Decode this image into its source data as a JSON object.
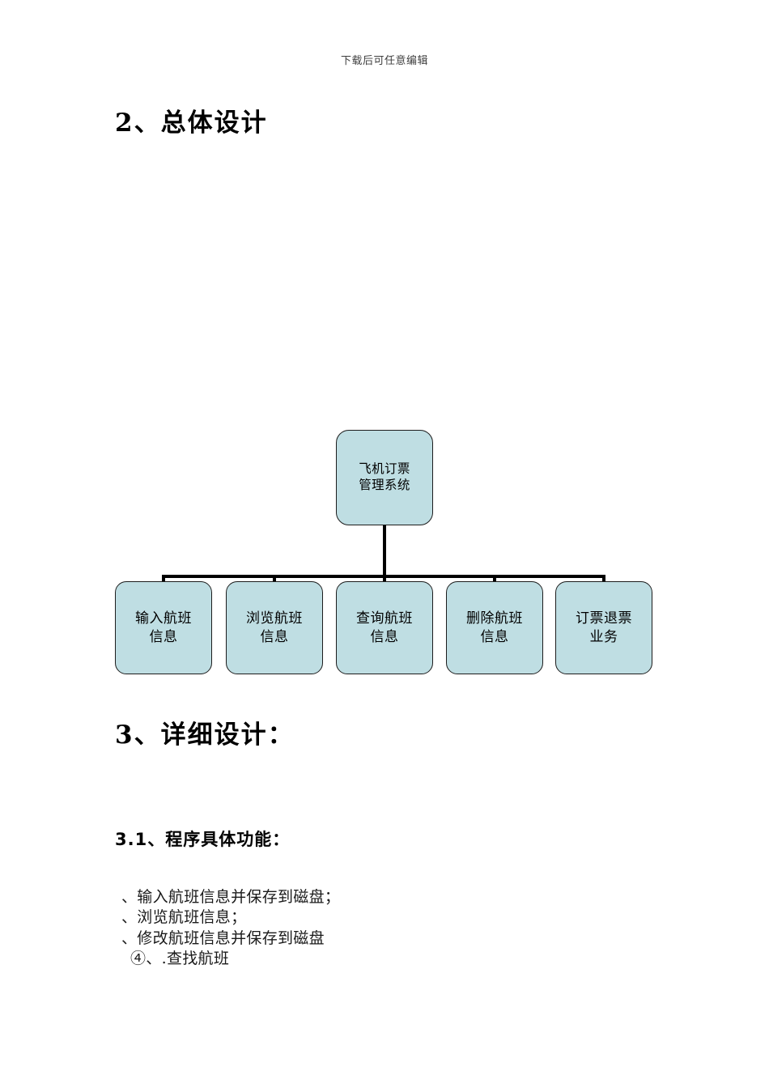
{
  "page": {
    "header_note": "下载后可任意编辑",
    "background_color": "#ffffff"
  },
  "headings": {
    "section_2": "2、总体设计",
    "section_3": "3、详细设计：",
    "section_3_1": "3.1、程序具体功能："
  },
  "org_chart": {
    "node_fill_color": "#bfdee3",
    "node_border_color": "#1d1d1d",
    "connector_color": "#000000",
    "root": {
      "label": "飞机订票\n管理系统"
    },
    "children": [
      {
        "label": "输入航班\n信息"
      },
      {
        "label": "浏览航班\n信息"
      },
      {
        "label": "查询航班\n信息"
      },
      {
        "label": "删除航班\n信息"
      },
      {
        "label": "订票退票\n业务"
      }
    ]
  },
  "function_list": {
    "items": [
      "、输入航班信息并保存到磁盘；",
      "、浏览航班信息；",
      "、修改航班信息并保存到磁盘",
      "④、.查找航班"
    ]
  }
}
